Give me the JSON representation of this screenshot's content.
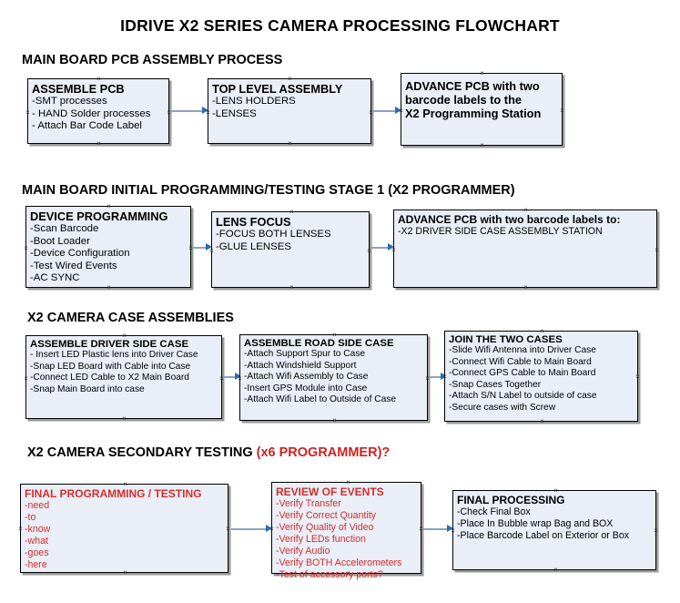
{
  "document": {
    "title": "IDRIVE X2  SERIES CAMERA PROCESSING FLOWCHART"
  },
  "sections": [
    {
      "id": "main-board-pcb-assembly",
      "title": "MAIN BOARD PCB ASSEMBLY PROCESS",
      "title_red_suffix": ""
    },
    {
      "id": "main-board-initial-programming",
      "title": "MAIN BOARD INITIAL PROGRAMMING/TESTING STAGE 1 (X2 PROGRAMMER)",
      "title_red_suffix": ""
    },
    {
      "id": "x2-camera-case-assemblies",
      "title": "X2 CAMERA CASE ASSEMBLIES",
      "title_red_suffix": ""
    },
    {
      "id": "x2-camera-secondary-testing",
      "title": "X2 CAMERA SECONDARY TESTING ",
      "title_red_suffix": "(x6 PROGRAMMER)?"
    }
  ],
  "boxes": {
    "assemble_pcb": {
      "title": "ASSEMBLE PCB",
      "lines": [
        "-SMT processes",
        "- HAND Solder processes",
        "- Attach Bar Code Label"
      ]
    },
    "top_level_assembly": {
      "title": "TOP LEVEL ASSEMBLY",
      "lines": [
        "-LENS HOLDERS",
        "-LENSES"
      ]
    },
    "advance_pcb_station": {
      "title": "ADVANCE PCB with two",
      "lines": [
        "barcode labels to the",
        " X2 Programming Station"
      ]
    },
    "device_programming": {
      "title": "DEVICE PROGRAMMING",
      "lines": [
        "-Scan Barcode",
        "-Boot Loader",
        "-Device Configuration",
        "-Test Wired Events",
        "-AC SYNC"
      ]
    },
    "lens_focus": {
      "title": "LENS FOCUS",
      "lines": [
        "-FOCUS BOTH LENSES",
        "-GLUE LENSES"
      ]
    },
    "advance_pcb_driver_side": {
      "title": "ADVANCE PCB with two barcode labels to:",
      "lines": [
        "-X2 DRIVER  SIDE  CASE  ASSEMBLY STATION"
      ]
    },
    "assemble_driver_side_case": {
      "title": "ASSEMBLE DRIVER SIDE CASE",
      "lines": [
        "- Insert LED Plastic lens into Driver Case",
        "-Snap LED Board with Cable into Case",
        "-Connect LED Cable to X2 Main Board",
        "-Snap Main Board into case"
      ]
    },
    "assemble_road_side_case": {
      "title": "ASSEMBLE ROAD SIDE CASE",
      "lines": [
        "-Attach Support Spur to Case",
        "-Attach Windshield Support",
        "-Attach Wifi Assembly to Case",
        "-Insert GPS Module into Case",
        "-Attach Wifi Label to Outside of Case"
      ]
    },
    "join_the_two_cases": {
      "title": "JOIN THE TWO CASES",
      "lines": [
        "-Slide Wifi Antenna into Driver Case",
        "-Connect Wifi Cable to Main Board",
        "-Connect GPS Cable to Main Board",
        "-Snap Cases Together",
        "-Attach S/N Label to outside of case",
        "-Secure cases with Screw"
      ]
    },
    "final_programming_testing": {
      "title": "FINAL PROGRAMMING / TESTING",
      "lines": [
        "-need",
        "-to",
        "-know",
        "-what",
        "-goes",
        "-here"
      ]
    },
    "review_of_events": {
      "title": "REVIEW OF EVENTS",
      "lines": [
        "-Verify Transfer",
        "-Verify Correct Quantity",
        "-Verify Quality of Video",
        "-Verify LEDs function",
        "-Verify Audio",
        "-Verify BOTH Accelerometers",
        "-Test of accessory ports?"
      ]
    },
    "final_processing": {
      "title": "FINAL PROCESSING",
      "lines": [
        " -Check Final Box",
        "-Place In Bubble wrap Bag and BOX",
        "-Place Barcode Label on Exterior or Box"
      ]
    }
  },
  "colors": {
    "box_fill": "#e9eef7",
    "box_border": "#000000",
    "box_shadow": "#9a9a9a",
    "connector": "#8ba3bd",
    "arrowhead": "#2b6cb0",
    "red_text": "#d2302c",
    "black_text": "#000000"
  }
}
